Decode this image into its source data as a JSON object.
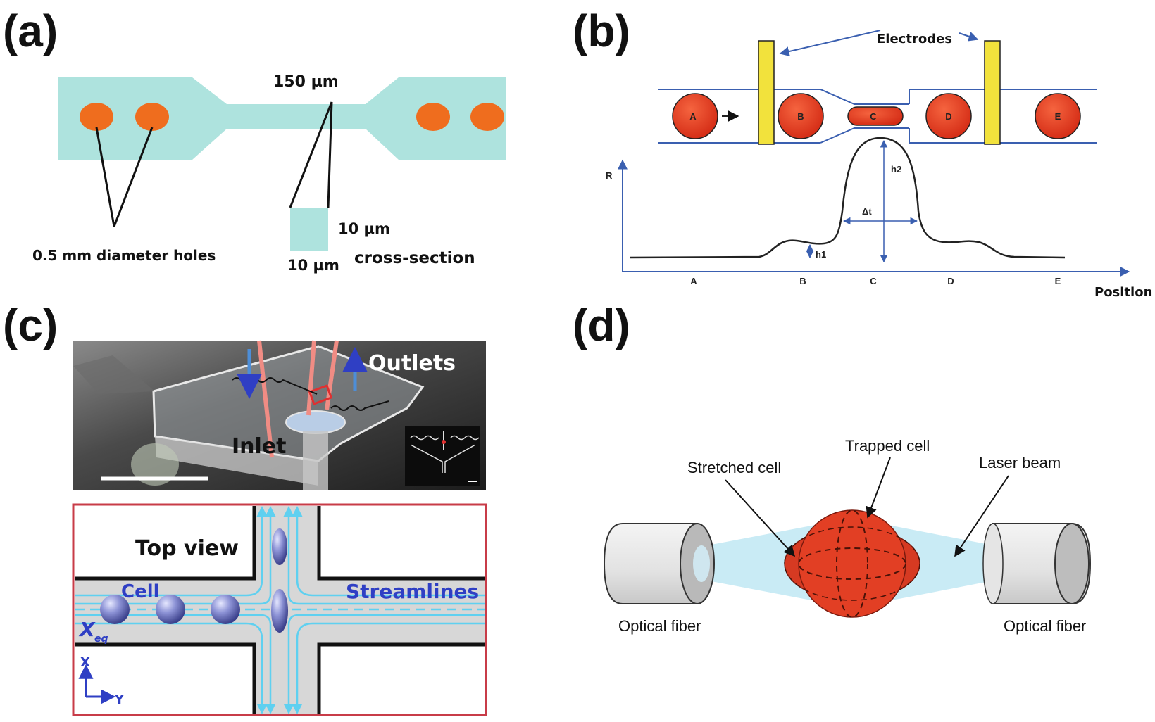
{
  "panel_labels": [
    "(a)",
    "(b)",
    "(c)",
    "(d)"
  ],
  "panel_a": {
    "width_label": "150 µm",
    "holes_label": "0.5 mm diameter holes",
    "height_label": "10 µm",
    "bottom_label": "10 µm",
    "cross_section_label": "cross-section"
  },
  "panel_b": {
    "electrodes_label": "Electrodes",
    "cell_labels": [
      "A",
      "B",
      "C",
      "D",
      "E"
    ],
    "y_axis_label": "R",
    "x_axis_label": "Position",
    "axis_ticks": [
      "A",
      "B",
      "C",
      "D",
      "E"
    ],
    "h1_label": "h1",
    "h2_label": "h2",
    "dt_label": "Δt"
  },
  "panel_c": {
    "outlets_label": "Outlets",
    "inlet_label": "Inlet",
    "top_view_label": "Top view",
    "cell_label": "Cell",
    "streamlines_label": "Streamlines",
    "xeq_label": "X",
    "xeq_sub": "eq",
    "axis_x_label": "X",
    "axis_y_label": "Y"
  },
  "panel_d": {
    "stretched_cell_label": "Stretched cell",
    "trapped_cell_label": "Trapped cell",
    "laser_beam_label": "Laser beam",
    "fiber_left_label": "Optical fiber",
    "fiber_right_label": "Optical fiber"
  },
  "colors": {
    "channel": "#aee3de",
    "hole": "#ef6d1e",
    "cell_red": "#e8391d",
    "electrode": "#f2e23c",
    "channel_line": "#3a5fb0",
    "axis_blue": "#3a5fb0",
    "streamline": "#5fd0f0",
    "frame_red": "#c83c48",
    "text_blue": "#2f3fc4"
  }
}
